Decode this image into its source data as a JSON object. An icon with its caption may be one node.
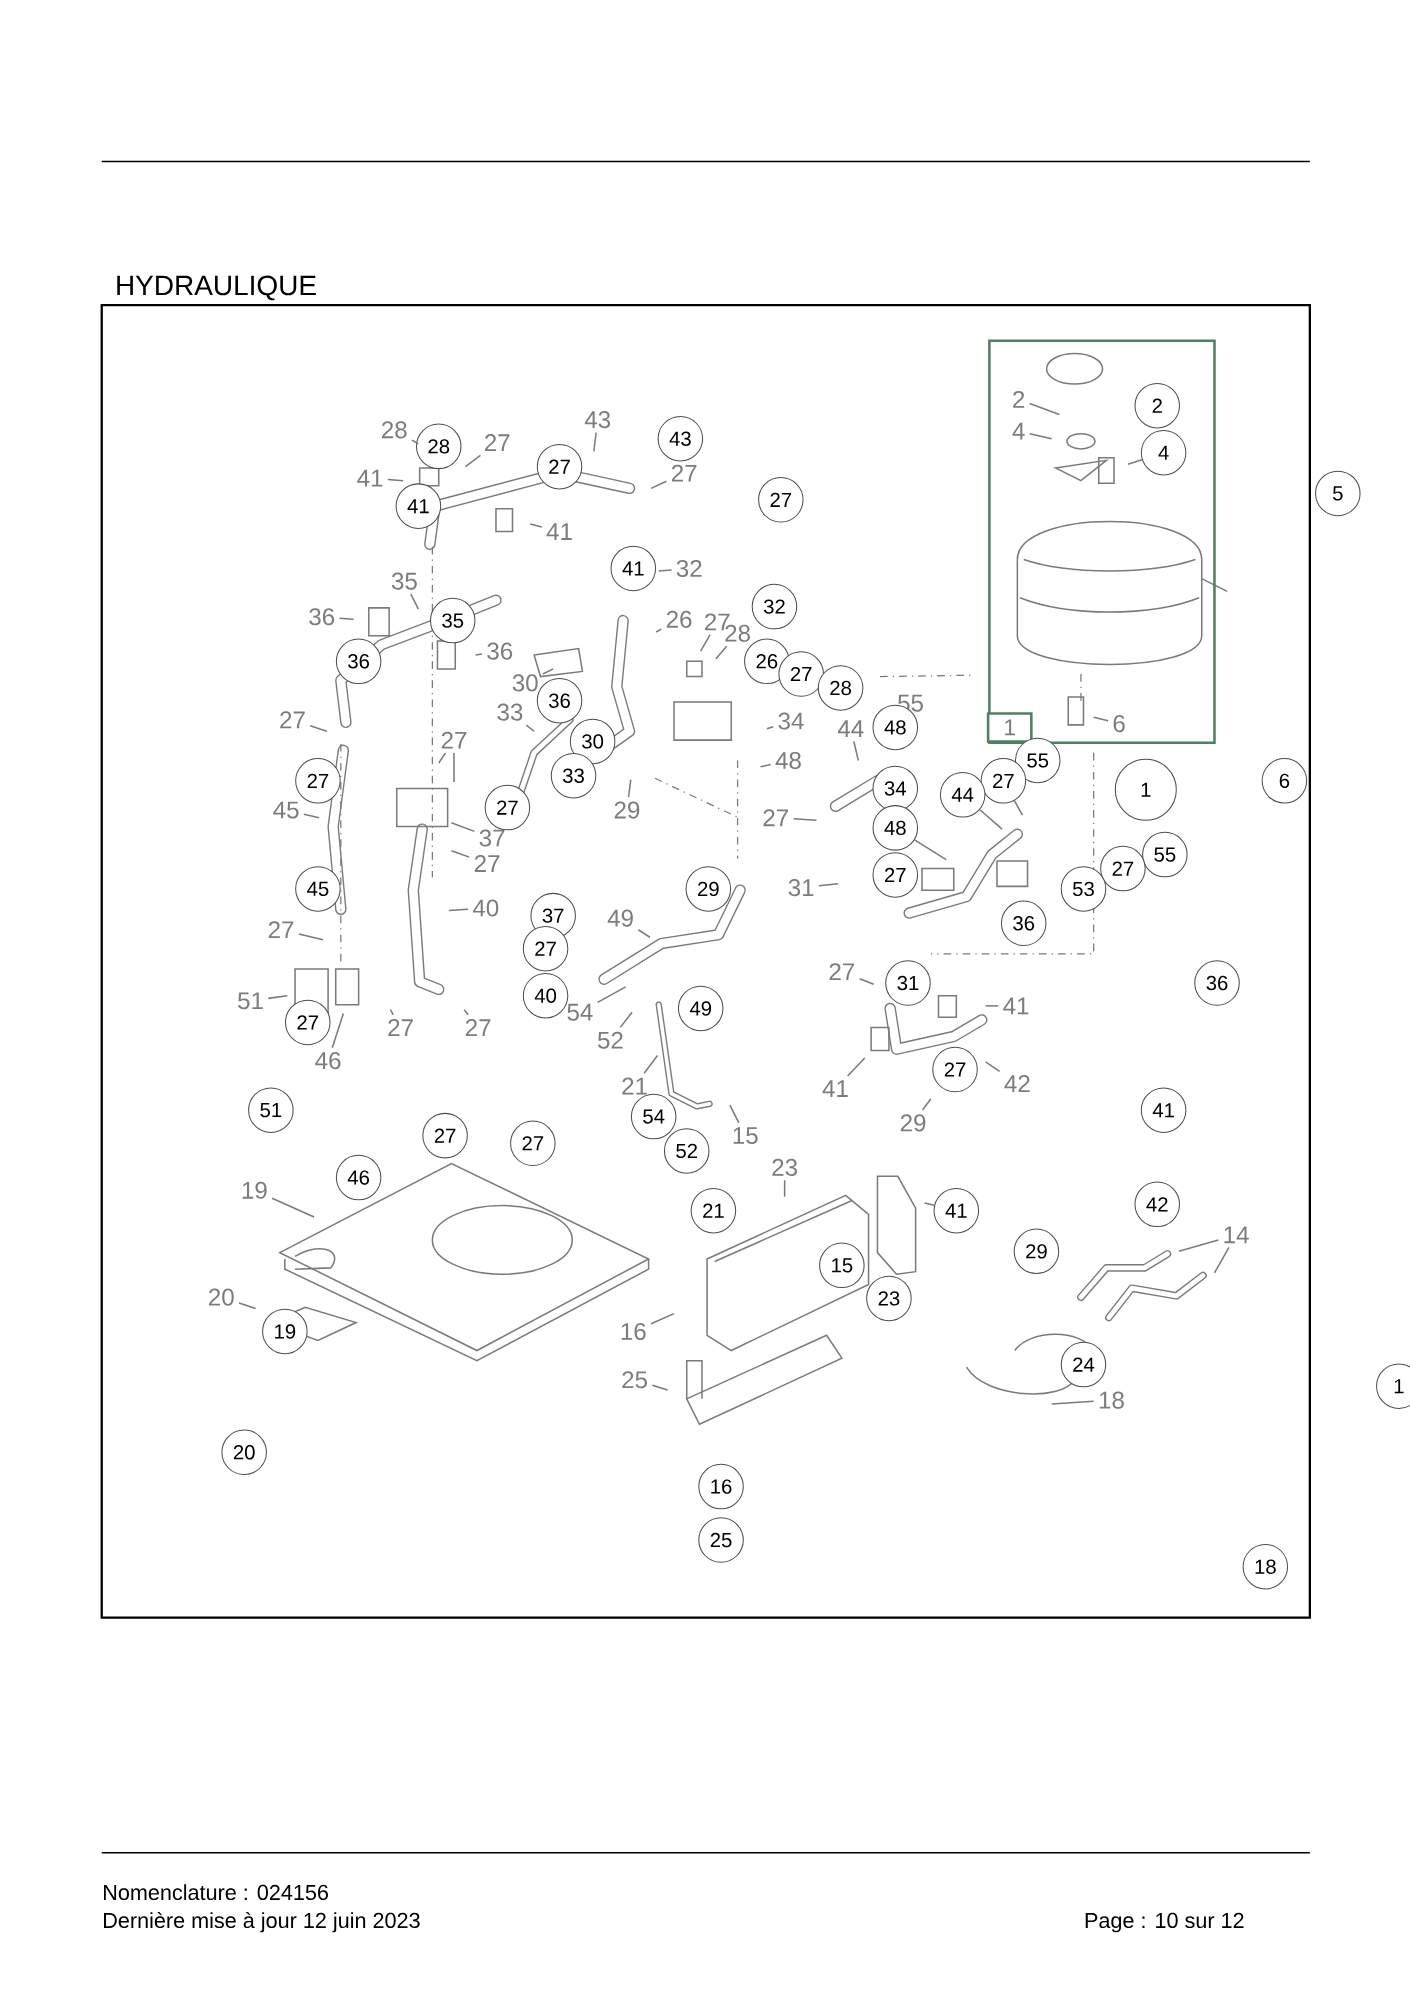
{
  "diagram": {
    "title": "HYDRAULIQUE",
    "nodes": [
      {
        "text": [
          "28"
        ]
      },
      {
        "text": [
          "27"
        ]
      },
      {
        "text": [
          "43"
        ]
      },
      {
        "text": [
          "41"
        ]
      },
      {
        "text": [
          "27"
        ]
      },
      {
        "text": [
          "41"
        ]
      },
      {
        "text": [
          "32"
        ]
      },
      {
        "text": [
          "35"
        ]
      },
      {
        "text": [
          "36"
        ]
      },
      {
        "text": [
          "36"
        ]
      },
      {
        "text": [
          "26"
        ]
      },
      {
        "text": [
          "27"
        ]
      },
      {
        "text": [
          "28"
        ]
      },
      {
        "text": [
          "30"
        ]
      },
      {
        "text": [
          "33"
        ]
      },
      {
        "text": [
          "27"
        ]
      },
      {
        "text": [
          "27"
        ]
      },
      {
        "text": [
          "34"
        ]
      },
      {
        "text": [
          "44"
        ]
      },
      {
        "text": [
          "55"
        ]
      },
      {
        "text": [
          "48"
        ]
      },
      {
        "text": [
          "27"
        ]
      },
      {
        "text": [
          "29"
        ]
      },
      {
        "text": [
          "45"
        ]
      },
      {
        "text": [
          "37"
        ]
      },
      {
        "text": [
          "27"
        ]
      },
      {
        "text": [
          "31"
        ]
      },
      {
        "text": [
          "40"
        ]
      },
      {
        "text": [
          "27"
        ]
      },
      {
        "text": [
          "49"
        ]
      },
      {
        "text": [
          "27"
        ]
      },
      {
        "text": [
          "41"
        ]
      },
      {
        "text": [
          "51"
        ]
      },
      {
        "text": [
          "54"
        ]
      },
      {
        "text": [
          "52"
        ]
      },
      {
        "text": [
          "46"
        ]
      },
      {
        "text": [
          "27"
        ]
      },
      {
        "text": [
          "27"
        ]
      },
      {
        "text": [
          "42"
        ]
      },
      {
        "text": [
          "41"
        ]
      },
      {
        "text": [
          "21"
        ]
      },
      {
        "text": [
          "29"
        ]
      },
      {
        "text": [
          "15"
        ]
      },
      {
        "text": [
          "23"
        ]
      },
      {
        "text": [
          "19"
        ]
      },
      {
        "text": [
          "14"
        ]
      },
      {
        "text": [
          "20"
        ]
      },
      {
        "text": [
          "16"
        ]
      },
      {
        "text": [
          "25"
        ]
      },
      {
        "text": [
          "18"
        ]
      },
      {
        "text": [
          "2"
        ]
      },
      {
        "text": [
          "4"
        ]
      },
      {
        "text": [
          "6"
        ]
      },
      {
        "text": [
          "1"
        ]
      },
      {
        "text": [
          "2"
        ]
      },
      {
        "text": [
          "4"
        ]
      },
      {
        "text": [
          "5"
        ]
      },
      {
        "text": [
          "28"
        ]
      },
      {
        "text": [
          "27"
        ]
      },
      {
        "text": [
          "43"
        ]
      },
      {
        "text": [
          "41"
        ]
      },
      {
        "text": [
          "27"
        ]
      },
      {
        "text": [
          "41"
        ]
      },
      {
        "text": [
          "32"
        ]
      },
      {
        "text": [
          "35"
        ]
      },
      {
        "text": [
          "36"
        ]
      },
      {
        "text": [
          "26"
        ]
      },
      {
        "text": [
          "27"
        ]
      },
      {
        "text": [
          "28"
        ]
      },
      {
        "text": [
          "36"
        ]
      },
      {
        "text": [
          "48"
        ]
      },
      {
        "text": [
          "30"
        ]
      },
      {
        "text": [
          "33"
        ]
      },
      {
        "text": [
          "27"
        ]
      },
      {
        "text": [
          "27"
        ]
      },
      {
        "text": [
          "34"
        ]
      },
      {
        "text": [
          "55"
        ]
      },
      {
        "text": [
          "27"
        ]
      },
      {
        "text": [
          "44"
        ]
      },
      {
        "text": [
          "1"
        ]
      },
      {
        "text": [
          "6"
        ]
      },
      {
        "text": [
          "48"
        ]
      },
      {
        "text": [
          "55"
        ]
      },
      {
        "text": [
          "27"
        ]
      },
      {
        "text": [
          "27"
        ]
      },
      {
        "text": [
          "53"
        ]
      },
      {
        "text": [
          "29"
        ]
      },
      {
        "text": [
          "45"
        ]
      },
      {
        "text": [
          "36"
        ]
      },
      {
        "text": [
          "37"
        ]
      },
      {
        "text": [
          "27"
        ]
      },
      {
        "text": [
          "31"
        ]
      },
      {
        "text": [
          "36"
        ]
      },
      {
        "text": [
          "40"
        ]
      },
      {
        "text": [
          "49"
        ]
      },
      {
        "text": [
          "27"
        ]
      },
      {
        "text": [
          "27"
        ]
      },
      {
        "text": [
          "51"
        ]
      },
      {
        "text": [
          "41"
        ]
      },
      {
        "text": [
          "54"
        ]
      },
      {
        "text": [
          "27"
        ]
      },
      {
        "text": [
          "27"
        ]
      },
      {
        "text": [
          "52"
        ]
      },
      {
        "text": [
          "46"
        ]
      },
      {
        "text": [
          "21"
        ]
      },
      {
        "text": [
          "41"
        ]
      },
      {
        "text": [
          "42"
        ]
      },
      {
        "text": [
          "15"
        ]
      },
      {
        "text": [
          "29"
        ]
      },
      {
        "text": [
          "23"
        ]
      },
      {
        "text": [
          "19"
        ]
      },
      {
        "text": [
          "24"
        ]
      },
      {
        "text": [
          "20"
        ]
      },
      {
        "text": [
          "16"
        ]
      },
      {
        "text": [
          "25"
        ]
      },
      {
        "text": [
          "18"
        ]
      },
      {
        "text": [
          "1"
        ]
      }
    ],
    "edges": [
      {
        "from": 0,
        "to": null,
        "arrow": "none"
      },
      {
        "from": 1,
        "to": null,
        "arrow": "none"
      },
      {
        "from": 2,
        "to": null,
        "arrow": "none"
      },
      {
        "from": 3,
        "to": null,
        "arrow": "none"
      },
      {
        "from": 4,
        "to": null,
        "arrow": "none"
      },
      {
        "from": 5,
        "to": null,
        "arrow": "none"
      },
      {
        "from": 6,
        "to": null,
        "arrow": "none"
      },
      {
        "from": 7,
        "to": null,
        "arrow": "none"
      },
      {
        "from": 8,
        "to": null,
        "arrow": "none"
      },
      {
        "from": 9,
        "to": null,
        "arrow": "none"
      },
      {
        "from": 10,
        "to": null,
        "arrow": "none"
      },
      {
        "from": 11,
        "to": null,
        "arrow": "none"
      },
      {
        "from": 12,
        "to": null,
        "arrow": "none"
      },
      {
        "from": 13,
        "to": null,
        "arrow": "none"
      },
      {
        "from": 14,
        "to": null,
        "arrow": "none"
      },
      {
        "from": 15,
        "to": null,
        "arrow": "none"
      },
      {
        "from": 16,
        "to": null,
        "arrow": "none"
      },
      {
        "from": 16,
        "to": null,
        "arrow": "none"
      },
      {
        "from": 17,
        "to": null,
        "arrow": "none"
      },
      {
        "from": 18,
        "to": null,
        "arrow": "none"
      },
      {
        "from": 20,
        "to": null,
        "arrow": "none"
      },
      {
        "from": 21,
        "to": null,
        "arrow": "none"
      },
      {
        "from": 22,
        "to": null,
        "arrow": "none"
      },
      {
        "from": 23,
        "to": null,
        "arrow": "none"
      },
      {
        "from": 24,
        "to": null,
        "arrow": "none"
      },
      {
        "from": 25,
        "to": null,
        "arrow": "none"
      },
      {
        "from": 26,
        "to": null,
        "arrow": "none"
      },
      {
        "from": 27,
        "to": null,
        "arrow": "none"
      },
      {
        "from": 28,
        "to": null,
        "arrow": "none"
      },
      {
        "from": 29,
        "to": null,
        "arrow": "none"
      },
      {
        "from": 30,
        "to": null,
        "arrow": "none"
      },
      {
        "from": 31,
        "to": null,
        "arrow": "none"
      },
      {
        "from": 32,
        "to": null,
        "arrow": "none"
      },
      {
        "from": 33,
        "to": null,
        "arrow": "none"
      },
      {
        "from": 34,
        "to": null,
        "arrow": "none"
      },
      {
        "from": 35,
        "to": null,
        "arrow": "none"
      },
      {
        "from": 36,
        "to": null,
        "arrow": "none"
      },
      {
        "from": 37,
        "to": null,
        "arrow": "none"
      },
      {
        "from": 38,
        "to": null,
        "arrow": "none"
      },
      {
        "from": 39,
        "to": null,
        "arrow": "none"
      },
      {
        "from": 40,
        "to": null,
        "arrow": "none"
      },
      {
        "from": 41,
        "to": null,
        "arrow": "none"
      },
      {
        "from": 42,
        "to": null,
        "arrow": "none"
      },
      {
        "from": 43,
        "to": null,
        "arrow": "none"
      },
      {
        "from": 44,
        "to": null,
        "arrow": "none"
      },
      {
        "from": 45,
        "to": null,
        "arrow": "none"
      },
      {
        "from": 45,
        "to": null,
        "arrow": "none"
      },
      {
        "from": 46,
        "to": null,
        "arrow": "none"
      },
      {
        "from": 47,
        "to": null,
        "arrow": "none"
      },
      {
        "from": 48,
        "to": null,
        "arrow": "none"
      },
      {
        "from": 49,
        "to": null,
        "arrow": "none"
      },
      {
        "from": 50,
        "to": null,
        "arrow": "none"
      },
      {
        "from": 51,
        "to": null,
        "arrow": "none"
      },
      {
        "from": 52,
        "to": null,
        "arrow": "none"
      },
      {
        "from": 55,
        "to": null,
        "arrow": "none"
      },
      {
        "from": 81,
        "to": null,
        "arrow": "none"
      },
      {
        "from": 77,
        "to": null,
        "arrow": "none"
      },
      {
        "from": 78,
        "to": null,
        "arrow": "none"
      },
      {
        "from": 105,
        "to": null,
        "arrow": "none"
      }
    ],
    "labels": [
      "Nomenclature : 024156",
      "Dernière mise à jour 12 juin 2023",
      "Page : 10 sur 12"
    ]
  }
}
